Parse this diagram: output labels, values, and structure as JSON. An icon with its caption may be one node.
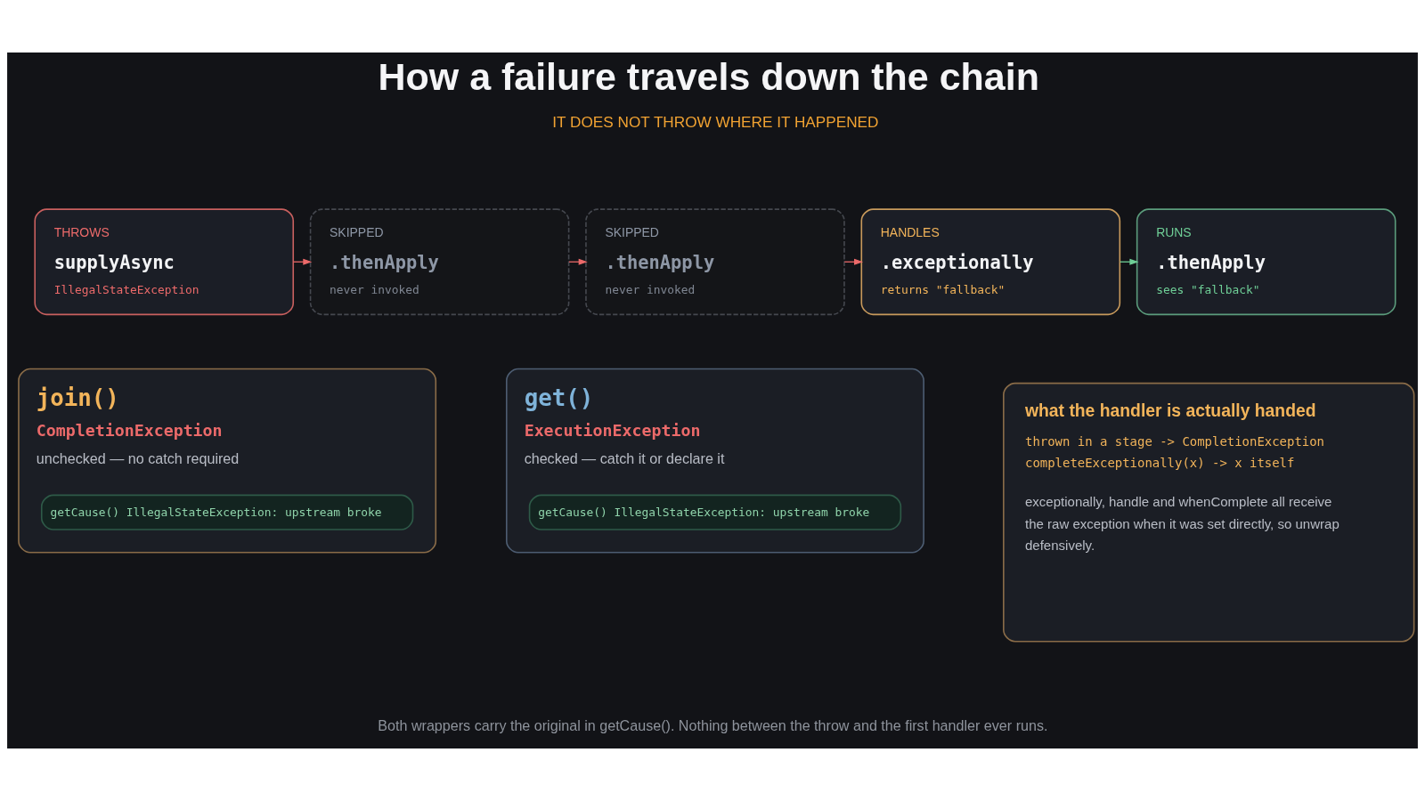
{
  "diagram": {
    "title": "How a failure travels down the chain",
    "caption": "Both wrappers carry the original in getCause(). Nothing between the throw and the first handler ever runs.",
    "nodes": [
      {
        "text": [
          "THROWS",
          "supplyAsync",
          "IllegalStateException"
        ]
      },
      {
        "text": [
          "SKIPPED",
          ".thenApply",
          "never invoked"
        ]
      },
      {
        "text": [
          "SKIPPED",
          ".thenApply",
          "never invoked"
        ]
      },
      {
        "text": [
          "HANDLES",
          ".exceptionally",
          "returns \"fallback\""
        ]
      },
      {
        "text": [
          "RUNS",
          ".thenApply",
          "sees \"fallback\""
        ]
      },
      {
        "text": [
          "join()",
          "CompletionException",
          "unchecked — no catch required"
        ]
      },
      {
        "text": [
          "getCause() IllegalStateException: upstream broke"
        ],
        "in": 5
      },
      {
        "text": [
          "get()",
          "ExecutionException",
          "checked — catch it or declare it"
        ]
      },
      {
        "text": [
          "getCause() IllegalStateException: upstream broke"
        ],
        "in": 7
      },
      {
        "text": [
          "what the handler is actually handed",
          "thrown in a stage -> CompletionException",
          "completeExceptionally(x) -> x itself",
          "exceptionally, handle and whenComplete all receive the raw exception when it was set directly, so unwrap defensively."
        ]
      }
    ],
    "edges": [
      {
        "from": 0,
        "to": 1,
        "arrow": "to"
      },
      {
        "from": 1,
        "to": 2,
        "arrow": "to"
      },
      {
        "from": 2,
        "to": 3,
        "arrow": "to"
      },
      {
        "from": 3,
        "to": 4,
        "arrow": "to",
        "color": "#6fcf97"
      }
    ],
    "labels": [
      "IT DOES NOT THROW WHERE IT HAPPENED"
    ]
  }
}
